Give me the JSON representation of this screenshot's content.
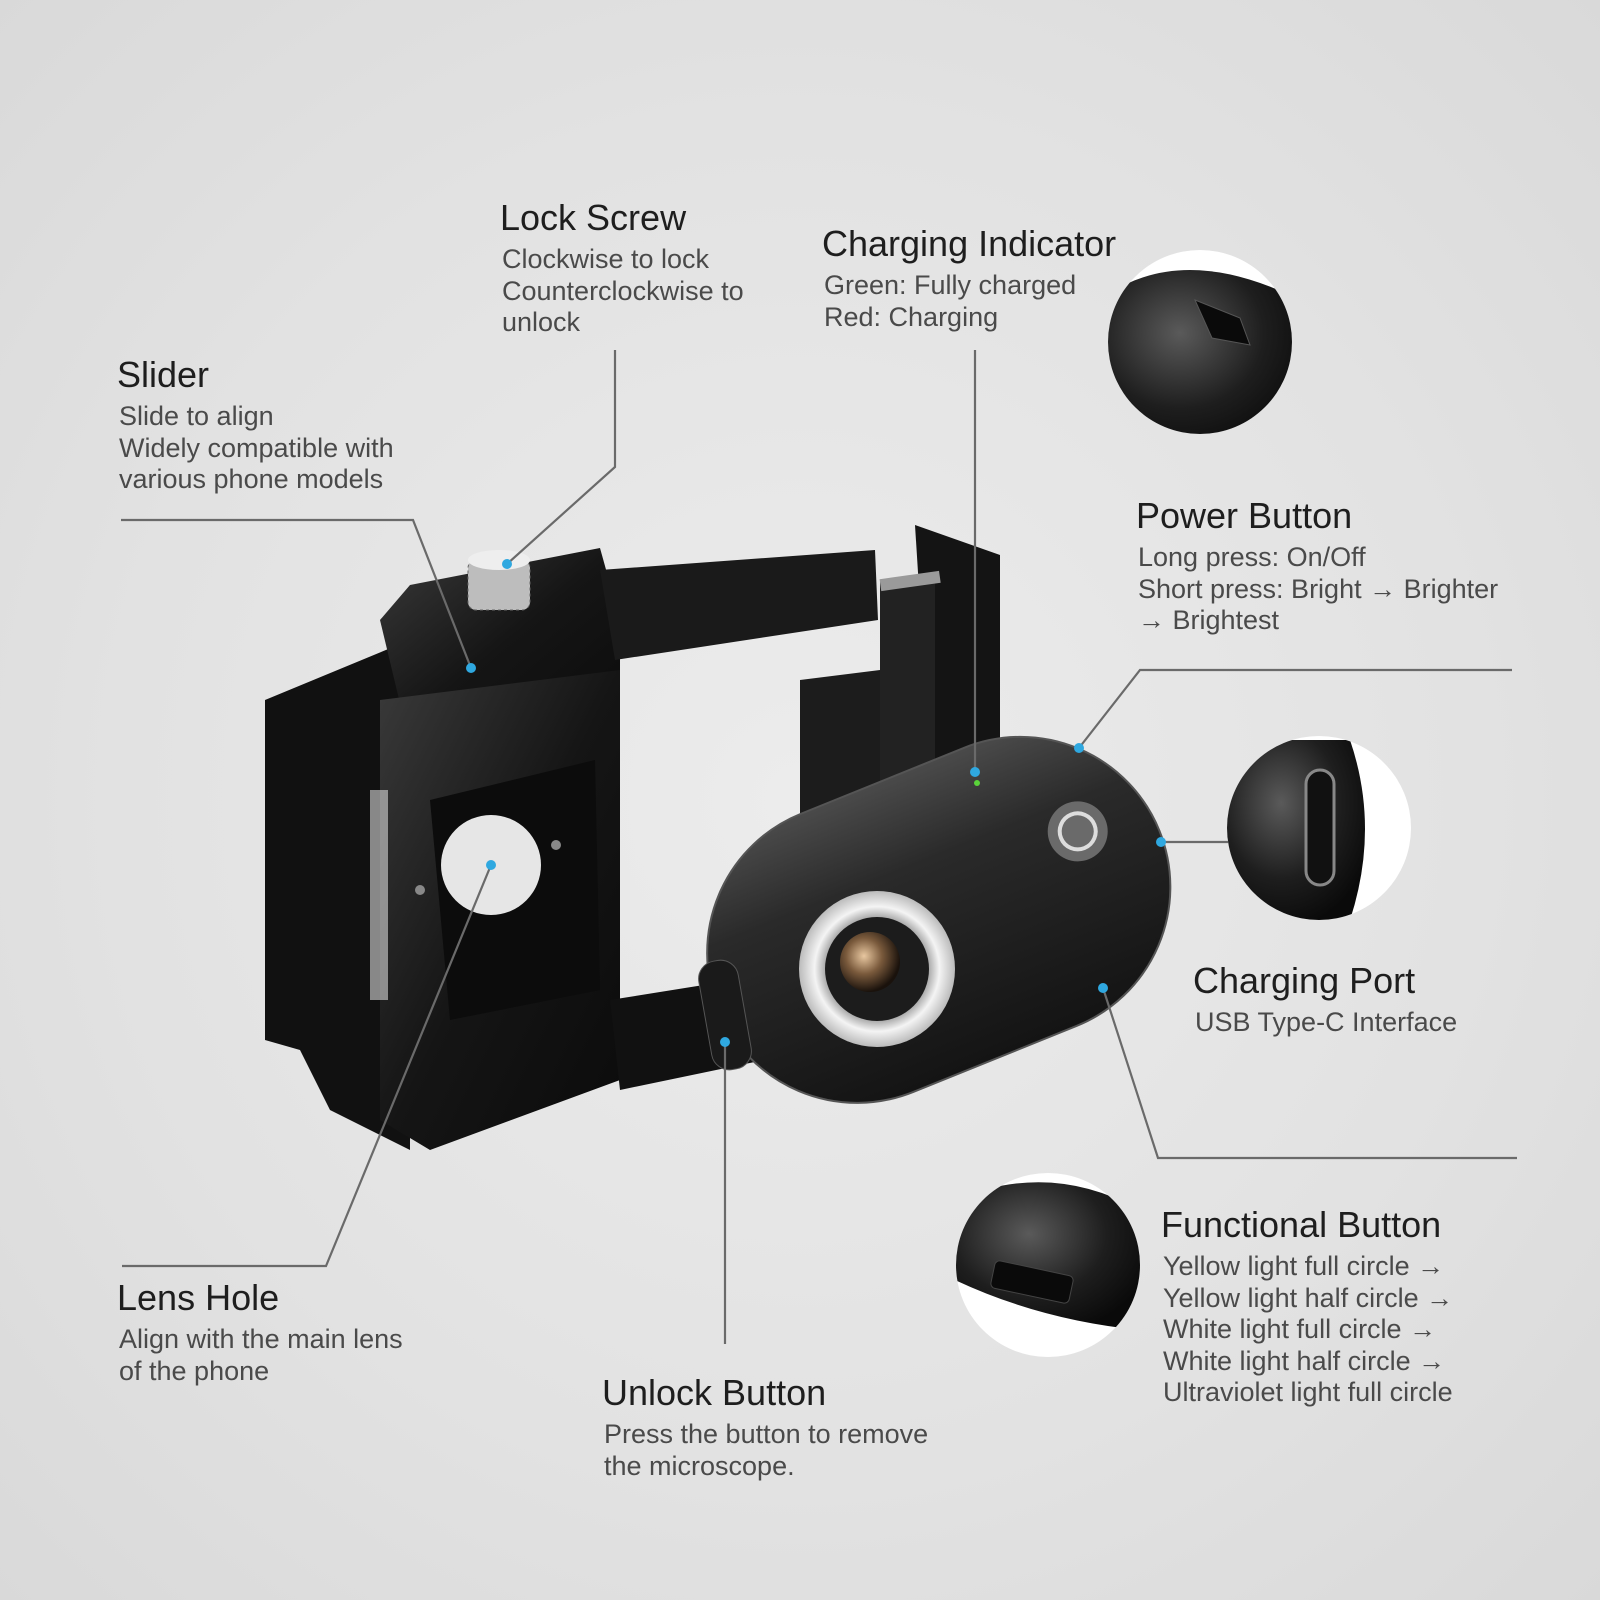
{
  "callouts": {
    "lock_screw": {
      "title": "Lock Screw",
      "lines": [
        "Clockwise to lock",
        "Counterclockwise to",
        "unlock"
      ]
    },
    "charging_indicator": {
      "title": "Charging Indicator",
      "lines": [
        "Green: Fully charged",
        "Red: Charging"
      ]
    },
    "slider": {
      "title": "Slider",
      "lines": [
        "Slide to align",
        "Widely compatible with",
        "various phone models"
      ]
    },
    "power_button": {
      "title": "Power Button",
      "lines": [
        "Long press: On/Off",
        "Short press: Bright → Brighter",
        " → Brightest"
      ]
    },
    "charging_port": {
      "title": "Charging Port",
      "lines": [
        "USB Type-C Interface"
      ]
    },
    "functional_button": {
      "title": "Functional Button",
      "lines": [
        "Yellow light full circle →",
        "Yellow light half circle →",
        "White light full circle →",
        "White light half circle →",
        "Ultraviolet light full circle"
      ]
    },
    "lens_hole": {
      "title": "Lens Hole",
      "lines": [
        "Align with the main lens",
        "of the phone"
      ]
    },
    "unlock_button": {
      "title": "Unlock Button",
      "lines": [
        "Press the button to remove",
        "the microscope."
      ]
    }
  },
  "colors": {
    "marker": "#2fa8e0",
    "leader": "#6a6a6a",
    "indicator_green": "#5ad33a"
  }
}
